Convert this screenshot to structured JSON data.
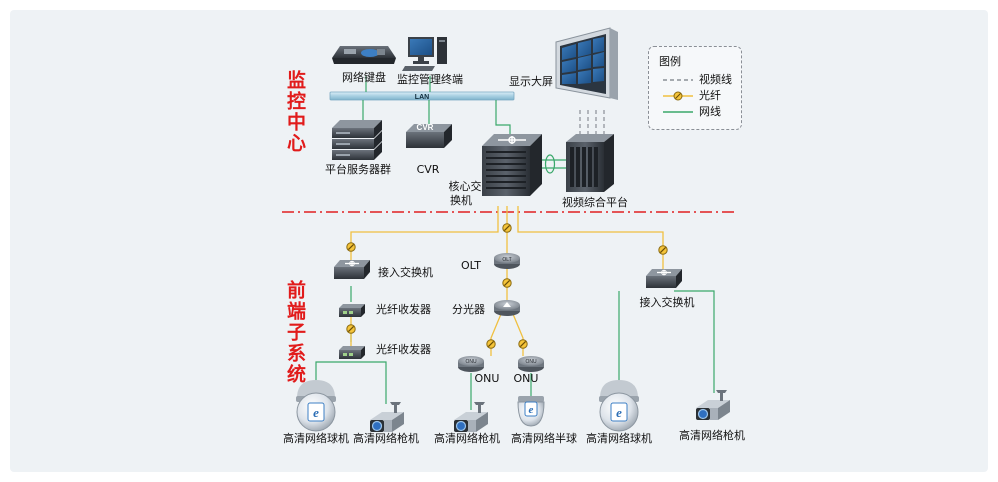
{
  "center_title": "监控中心",
  "front_title": "前端子系统",
  "lan_label": "LAN",
  "cvr_badge": "CVR",
  "olt_badge": "OLT",
  "onu_badge": "ONU",
  "labels": {
    "network_keyboard": "网络键盘",
    "monitor_terminal": "监控管理终端",
    "display_wall": "显示大屏",
    "platform_servers": "平台服务器群",
    "cvr": "CVR",
    "core_switch_line1": "核心交",
    "core_switch_line2": "换机",
    "video_platform": "视频综合平台",
    "access_switch_left": "接入交换机",
    "fiber_transceiver_1": "光纤收发器",
    "fiber_transceiver_2": "光纤收发器",
    "olt": "OLT",
    "splitter": "分光器",
    "onu_left": "ONU",
    "onu_right": "ONU",
    "access_switch_right": "接入交换机",
    "dome_camera_1": "高清网络球机",
    "bullet_camera_1": "高清网络枪机",
    "bullet_camera_2": "高清网络枪机",
    "half_dome_camera": "高清网络半球",
    "dome_camera_2": "高清网络球机",
    "bullet_camera_3": "高清网络枪机"
  },
  "legend": {
    "title": "图例",
    "items": [
      {
        "label": "视频线",
        "style": "video"
      },
      {
        "label": "光纤",
        "style": "fiber"
      },
      {
        "label": "网线",
        "style": "ethernet"
      }
    ]
  },
  "colors": {
    "fiber": "#f0c040",
    "ethernet": "#3aa86b",
    "video": "#8a8f96",
    "divider": "#e02020",
    "title": "#e11b1b"
  }
}
